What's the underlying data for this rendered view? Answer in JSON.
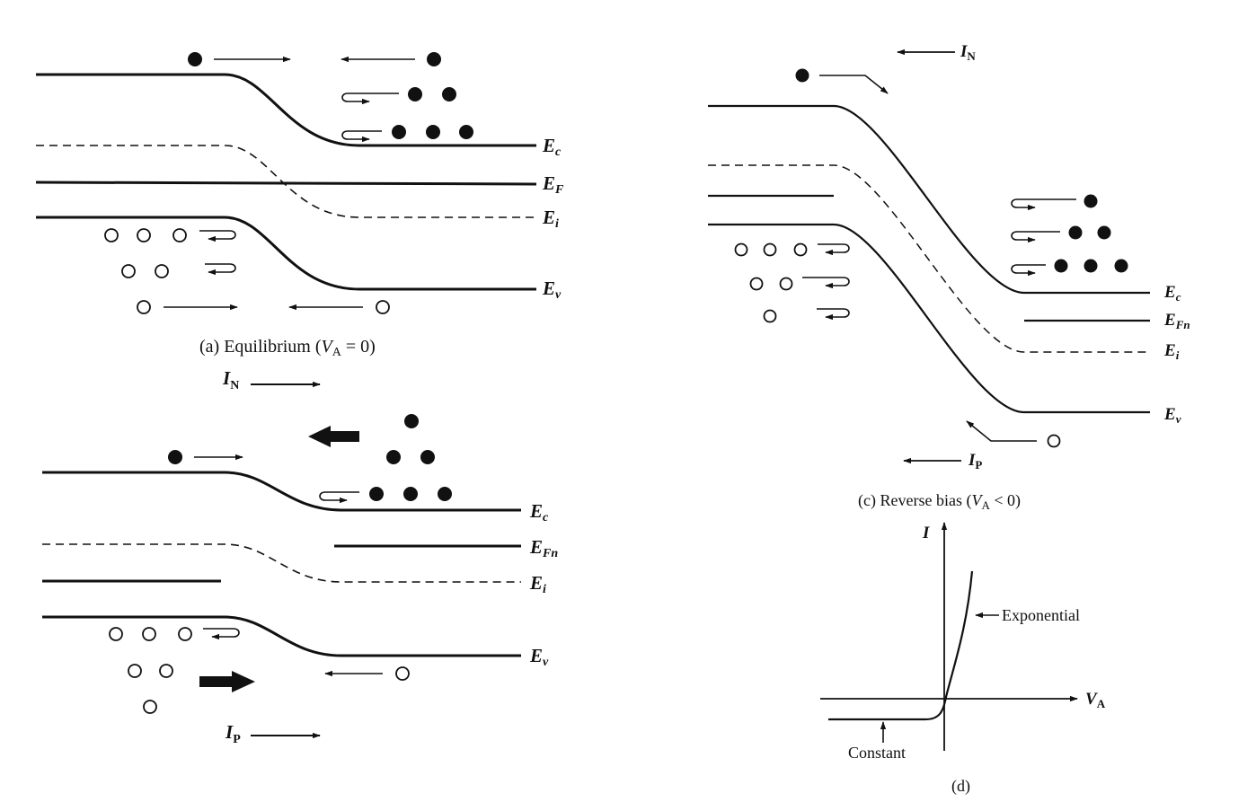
{
  "panel_a": {
    "caption_pre": "(a) Equilibrium (",
    "caption_var": "V",
    "caption_sub": "A",
    "caption_post": " = 0)",
    "levels": {
      "ec": {
        "main": "E",
        "sub": "c"
      },
      "ef": {
        "main": "E",
        "sub": "F"
      },
      "ei": {
        "main": "E",
        "sub": "i"
      },
      "ev": {
        "main": "E",
        "sub": "v"
      }
    }
  },
  "panel_b": {
    "current_n": {
      "main": "I",
      "sub": "N"
    },
    "current_p": {
      "main": "I",
      "sub": "P"
    },
    "levels": {
      "ec": {
        "main": "E",
        "sub": "c"
      },
      "efn": {
        "main": "E",
        "sub": "Fn"
      },
      "ei": {
        "main": "E",
        "sub": "i"
      },
      "ev": {
        "main": "E",
        "sub": "v"
      }
    }
  },
  "panel_c": {
    "caption_pre": "(c) Reverse bias (",
    "caption_var": "V",
    "caption_sub": "A",
    "caption_post": " < 0)",
    "current_n": {
      "main": "I",
      "sub": "N"
    },
    "current_p": {
      "main": "I",
      "sub": "P"
    },
    "levels": {
      "ec": {
        "main": "E",
        "sub": "c"
      },
      "efn": {
        "main": "E",
        "sub": "Fn"
      },
      "ei": {
        "main": "E",
        "sub": "i"
      },
      "ev": {
        "main": "E",
        "sub": "v"
      }
    }
  },
  "panel_d": {
    "caption": "(d)",
    "y_axis": "I",
    "x_axis_main": "V",
    "x_axis_sub": "A",
    "label_exponential": "Exponential",
    "label_constant": "Constant"
  },
  "colors": {
    "ink": "#111111",
    "background": "#ffffff"
  },
  "icons": {
    "electron": "filled-circle",
    "hole": "open-circle",
    "reflected": "hook-arrow"
  }
}
